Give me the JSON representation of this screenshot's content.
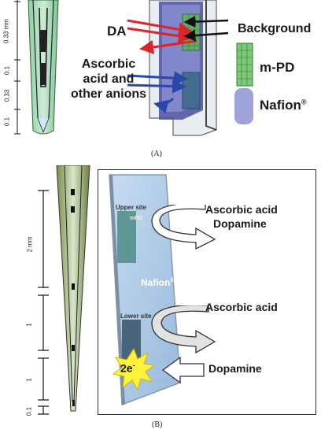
{
  "panel_a": {
    "scale_labels": [
      "0.33 mm",
      "0.1",
      "0.33",
      "0.1"
    ],
    "label_da": "DA",
    "label_background": "Background",
    "label_ascorbic": "Ascorbic\nacid and\nother anions",
    "label_mpd": "m-PD",
    "label_nafion": "Nafion",
    "label_nafion_sup": "®",
    "caption": "(A)"
  },
  "panel_b": {
    "scale_labels": [
      "2 mm",
      "1",
      "1",
      "0.1"
    ],
    "upper_site": "Upper site",
    "mpd_small": "mPD",
    "nafion_small": "Nafion",
    "nafion_small_sup": "®",
    "lower_site": "Lower site",
    "ascorbic_dopamine_1": "Ascorbic acid",
    "ascorbic_dopamine_2": "Dopamine",
    "ascorbic_acid": "Ascorbic acid",
    "dopamine": "Dopamine",
    "electron_label": "2e",
    "electron_sup": "-",
    "caption": "(B)"
  },
  "colors": {
    "arrow_red": "#d9262b",
    "arrow_blue": "#2a48a6",
    "mpd_green": "#5fae5f",
    "nafion_purple": "#9a9ad6",
    "probe_green": "#8fd6a8",
    "blade_blue": "#a9c6e6",
    "burst_yellow": "#fff33a"
  }
}
